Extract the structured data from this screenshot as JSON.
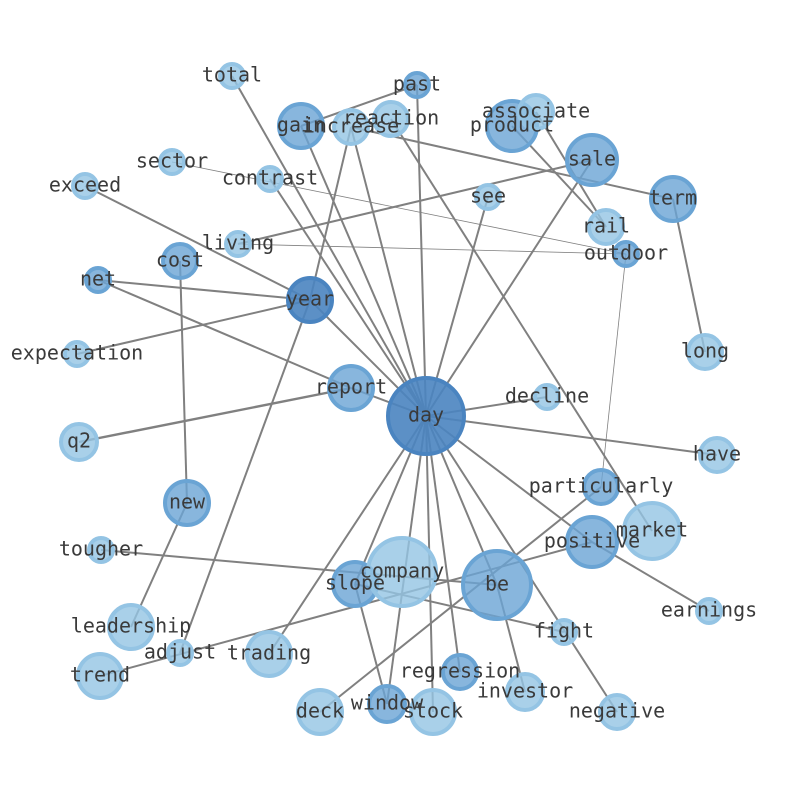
{
  "graph": {
    "nodes": [
      {
        "id": "day",
        "label": "day",
        "tone": "dark"
      },
      {
        "id": "year",
        "label": "year",
        "tone": "dark"
      },
      {
        "id": "report",
        "label": "report",
        "tone": "mid"
      },
      {
        "id": "positive",
        "label": "positive",
        "tone": "mid"
      },
      {
        "id": "slope",
        "label": "slope",
        "tone": "mid"
      },
      {
        "id": "be",
        "label": "be",
        "tone": "mid"
      },
      {
        "id": "gain",
        "label": "gain",
        "tone": "mid"
      },
      {
        "id": "product",
        "label": "product",
        "tone": "mid"
      },
      {
        "id": "sale",
        "label": "sale",
        "tone": "mid"
      },
      {
        "id": "term",
        "label": "term",
        "tone": "mid"
      },
      {
        "id": "cost",
        "label": "cost",
        "tone": "mid"
      },
      {
        "id": "net",
        "label": "net",
        "tone": "mid"
      },
      {
        "id": "outdoor",
        "label": "outdoor",
        "tone": "mid"
      },
      {
        "id": "window",
        "label": "window",
        "tone": "mid"
      },
      {
        "id": "regression",
        "label": "regression",
        "tone": "mid"
      },
      {
        "id": "new",
        "label": "new",
        "tone": "mid"
      },
      {
        "id": "particularly",
        "label": "particularly",
        "tone": "mid"
      },
      {
        "id": "company",
        "label": "company",
        "tone": "light"
      },
      {
        "id": "market",
        "label": "market",
        "tone": "light"
      },
      {
        "id": "total",
        "label": "total",
        "tone": "light"
      },
      {
        "id": "past",
        "label": "past",
        "tone": "mid"
      },
      {
        "id": "associate",
        "label": "associate",
        "tone": "light"
      },
      {
        "id": "reaction",
        "label": "reaction",
        "tone": "light"
      },
      {
        "id": "increase",
        "label": "increase",
        "tone": "light"
      },
      {
        "id": "sector",
        "label": "sector",
        "tone": "light"
      },
      {
        "id": "contrast",
        "label": "contrast",
        "tone": "light"
      },
      {
        "id": "exceed",
        "label": "exceed",
        "tone": "light"
      },
      {
        "id": "see",
        "label": "see",
        "tone": "light"
      },
      {
        "id": "rail",
        "label": "rail",
        "tone": "light"
      },
      {
        "id": "living",
        "label": "living",
        "tone": "light"
      },
      {
        "id": "expectation",
        "label": "expectation",
        "tone": "light"
      },
      {
        "id": "long",
        "label": "long",
        "tone": "light"
      },
      {
        "id": "decline",
        "label": "decline",
        "tone": "light"
      },
      {
        "id": "q2",
        "label": "q2",
        "tone": "light"
      },
      {
        "id": "have",
        "label": "have",
        "tone": "light"
      },
      {
        "id": "tougher",
        "label": "tougher",
        "tone": "light"
      },
      {
        "id": "earnings",
        "label": "earnings",
        "tone": "light"
      },
      {
        "id": "leadership",
        "label": "leadership",
        "tone": "light"
      },
      {
        "id": "fight",
        "label": "fight",
        "tone": "light"
      },
      {
        "id": "adjust",
        "label": "adjust",
        "tone": "light"
      },
      {
        "id": "trading",
        "label": "trading",
        "tone": "light"
      },
      {
        "id": "trend",
        "label": "trend",
        "tone": "light"
      },
      {
        "id": "investor",
        "label": "investor",
        "tone": "light"
      },
      {
        "id": "negative",
        "label": "negative",
        "tone": "light"
      },
      {
        "id": "deck",
        "label": "deck",
        "tone": "light"
      },
      {
        "id": "stock",
        "label": "stock",
        "tone": "light"
      }
    ],
    "edges": [
      {
        "source": "day",
        "target": "total"
      },
      {
        "source": "day",
        "target": "past"
      },
      {
        "source": "day",
        "target": "gain"
      },
      {
        "source": "day",
        "target": "contrast"
      },
      {
        "source": "day",
        "target": "increase"
      },
      {
        "source": "day",
        "target": "see"
      },
      {
        "source": "day",
        "target": "sale"
      },
      {
        "source": "day",
        "target": "year"
      },
      {
        "source": "day",
        "target": "decline"
      },
      {
        "source": "day",
        "target": "have"
      },
      {
        "source": "day",
        "target": "report"
      },
      {
        "source": "day",
        "target": "positive"
      },
      {
        "source": "day",
        "target": "be"
      },
      {
        "source": "day",
        "target": "slope"
      },
      {
        "source": "day",
        "target": "trading"
      },
      {
        "source": "day",
        "target": "window"
      },
      {
        "source": "day",
        "target": "stock"
      },
      {
        "source": "day",
        "target": "regression"
      },
      {
        "source": "day",
        "target": "negative"
      },
      {
        "source": "gain",
        "target": "past"
      },
      {
        "source": "reaction",
        "target": "market"
      },
      {
        "source": "increase",
        "target": "term"
      },
      {
        "source": "increase",
        "target": "year"
      },
      {
        "source": "associate",
        "target": "rail"
      },
      {
        "source": "product",
        "target": "rail"
      },
      {
        "source": "sale",
        "target": "living"
      },
      {
        "source": "sector",
        "target": "outdoor"
      },
      {
        "source": "exceed",
        "target": "year"
      },
      {
        "source": "net",
        "target": "year"
      },
      {
        "source": "net",
        "target": "report"
      },
      {
        "source": "year",
        "target": "expectation"
      },
      {
        "source": "year",
        "target": "adjust"
      },
      {
        "source": "living",
        "target": "outdoor"
      },
      {
        "source": "outdoor",
        "target": "particularly"
      },
      {
        "source": "term",
        "target": "long"
      },
      {
        "source": "cost",
        "target": "new"
      },
      {
        "source": "report",
        "target": "q2"
      },
      {
        "source": "new",
        "target": "leadership"
      },
      {
        "source": "positive",
        "target": "earnings"
      },
      {
        "source": "positive",
        "target": "trend"
      },
      {
        "source": "particularly",
        "target": "deck"
      },
      {
        "source": "tougher",
        "target": "be"
      },
      {
        "source": "be",
        "target": "investor"
      },
      {
        "source": "slope",
        "target": "fight"
      },
      {
        "source": "slope",
        "target": "window"
      }
    ]
  },
  "colors": {
    "dark": "#4a84c0",
    "mid": "#6aa4d4",
    "light": "#94c4e4",
    "edge": "#808080",
    "label": "#3a3a3a"
  }
}
